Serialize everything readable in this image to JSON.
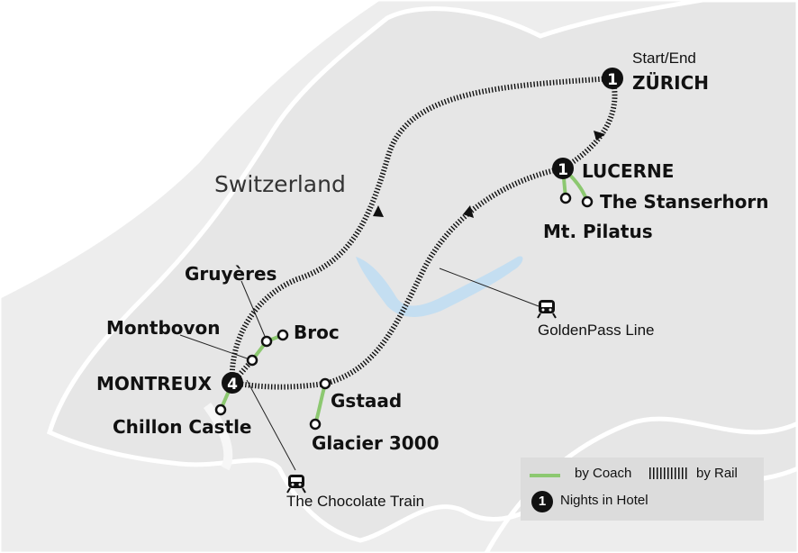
{
  "country": "Switzerland",
  "places": {
    "zurich": {
      "name": "ZÜRICH",
      "note": "Start/End",
      "nights": "1"
    },
    "lucerne": {
      "name": "LUCERNE",
      "nights": "1"
    },
    "montreux": {
      "name": "MONTREUX",
      "nights": "4"
    },
    "stanserhorn": "The Stanserhorn",
    "pilatus": "Mt. Pilatus",
    "gruyeres": "Gruyères",
    "broc": "Broc",
    "montbovon": "Montbovon",
    "chillon": "Chillon Castle",
    "gstaad": "Gstaad",
    "glacier": "Glacier 3000"
  },
  "trains": {
    "goldenpass": "GoldenPass Line",
    "chocolate": "The Chocolate Train"
  },
  "legend": {
    "coach": "by Coach",
    "rail": "by Rail",
    "hotel": "Nights in Hotel",
    "hotel_sample": "1"
  },
  "colors": {
    "land": "#e8e8e8",
    "lake": "#c4def1",
    "coach": "#8cc870",
    "rail": "#111111"
  }
}
